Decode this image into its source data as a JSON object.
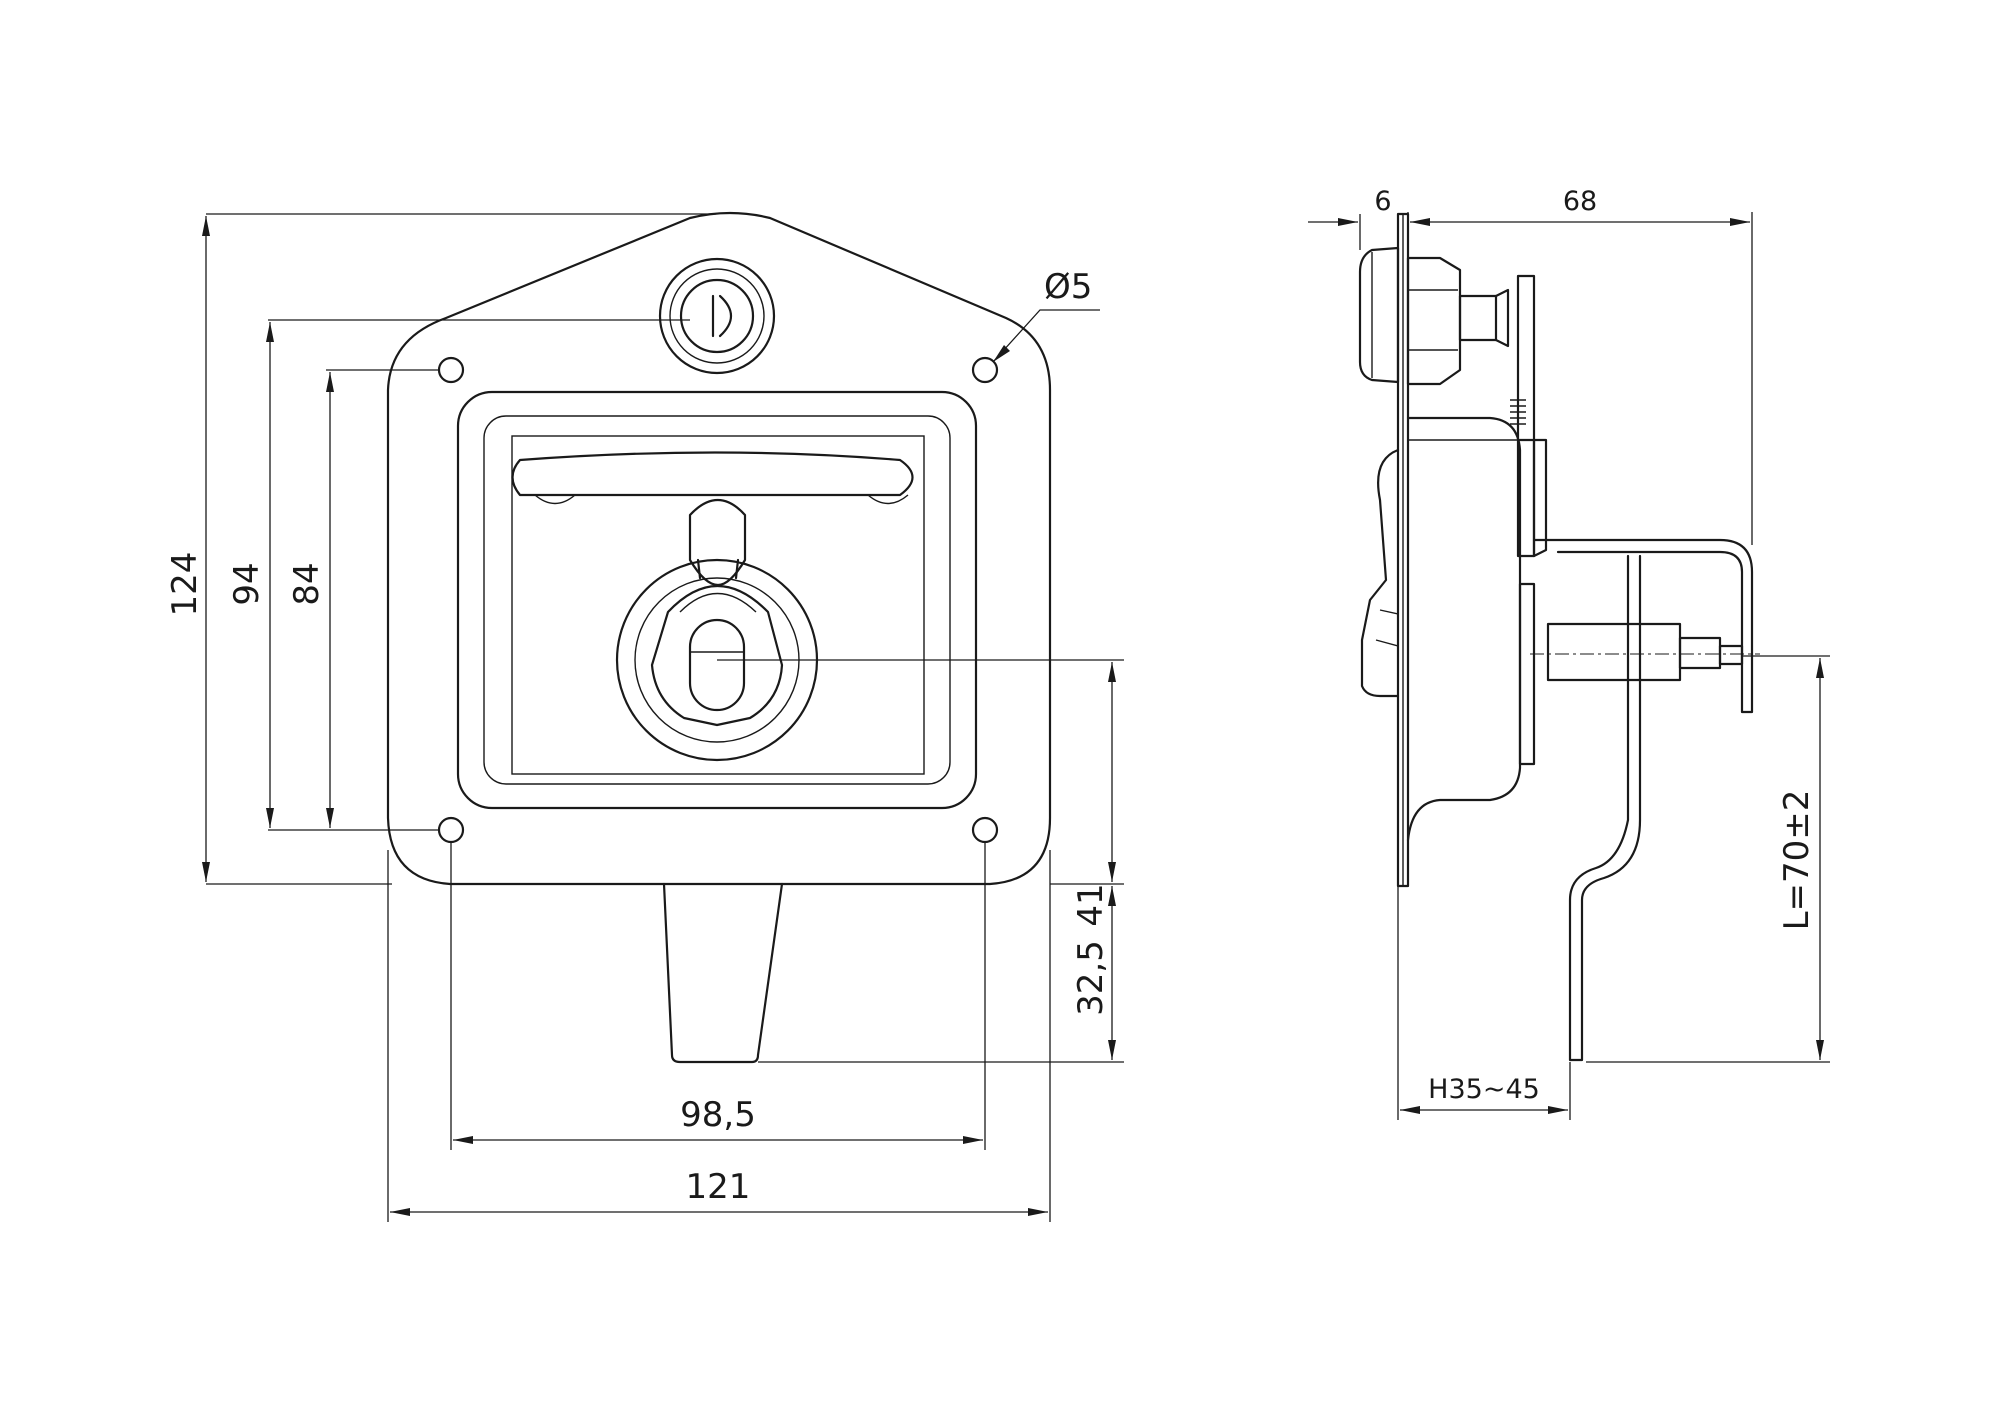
{
  "dimensions": {
    "overall_height": "124",
    "hole_span_94": "94",
    "hole_span_84": "84",
    "hole_diameter": "Ø5",
    "handle_offset": "32,5",
    "bottom_extent": "41",
    "hole_pitch_width": "98,5",
    "overall_width": "121",
    "plate_thickness": "6",
    "overall_depth": "68",
    "cam_length": "L=70±2",
    "door_thickness_range": "H35~45"
  },
  "colors": {
    "line": "#1a1a1a",
    "background": "#ffffff"
  }
}
